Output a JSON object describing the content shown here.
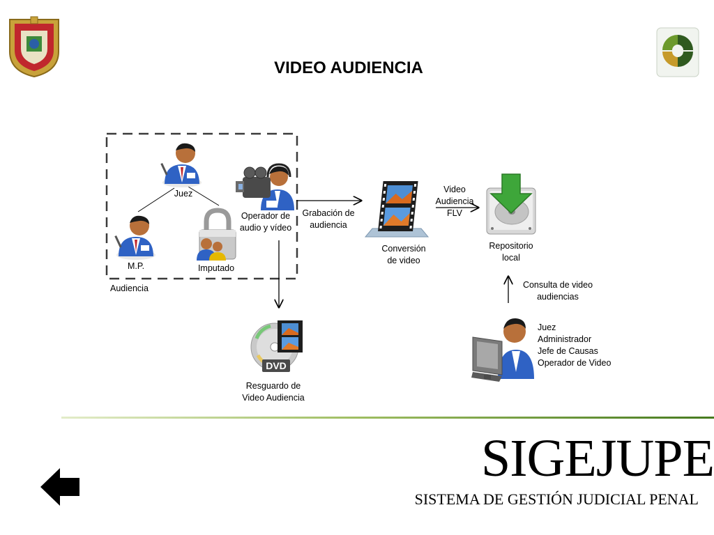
{
  "header": {
    "title": "VIDEO AUDIENCIA",
    "left_logo_icon": "state-coat-of-arms-icon",
    "right_logo_icon": "green-swirl-logo-icon"
  },
  "diagram": {
    "group_label": "Audiencia",
    "nodes": {
      "juez": {
        "label": "Juez",
        "icon": "user-judge-icon"
      },
      "mp": {
        "label": "M.P.",
        "icon": "user-mp-icon"
      },
      "imputado": {
        "label": "Imputado",
        "icon": "padlock-user-icon"
      },
      "operador": {
        "label_line1": "Operador de",
        "label_line2": "audio y vídeo",
        "icon": "video-camera-operator-icon"
      },
      "grabacion": {
        "label_line1": "Grabación de",
        "label_line2": "audiencia"
      },
      "conversion": {
        "label_line1": "Conversión",
        "label_line2": "de video",
        "icon": "film-conversion-icon"
      },
      "flv": {
        "label_line1": "Video",
        "label_line2": "Audiencia",
        "label_line3": "FLV"
      },
      "repositorio": {
        "label_line1": "Repositorio",
        "label_line2": "local",
        "icon": "hard-drive-download-icon"
      },
      "consulta": {
        "label_line1": "Consulta de video",
        "label_line2": "audiencias"
      },
      "usuarios": {
        "lines": [
          "Juez",
          "Administrador",
          "Jefe de Causas",
          "Operador de Video"
        ],
        "icon": "user-computer-icon"
      },
      "resguardo": {
        "label_line1": "Resguardo  de",
        "label_line2": "Video Audiencia",
        "icon": "dvd-film-icon"
      }
    }
  },
  "footer": {
    "brand": "SIGEJUPE",
    "tagline": "SISTEMA DE GESTIÓN JUDICIAL PENAL",
    "back_icon": "back-arrow-icon"
  },
  "colors": {
    "accent_green": "#4a8a22",
    "user_blue": "#2f62c4"
  }
}
